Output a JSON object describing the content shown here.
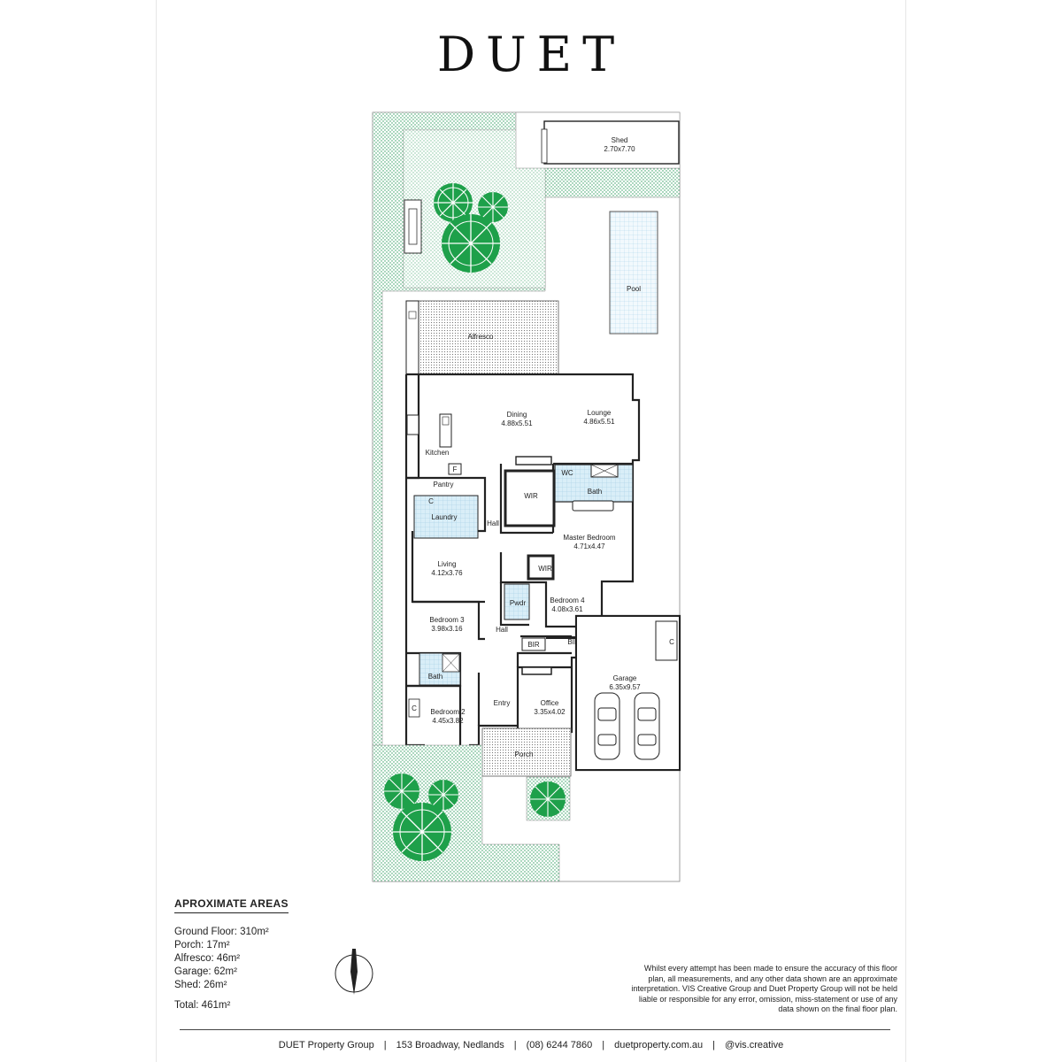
{
  "brand": "DUET",
  "rooms": {
    "shed": {
      "name": "Shed",
      "size": "2.70x7.70"
    },
    "pool": {
      "name": "Pool"
    },
    "alfresco": {
      "name": "Alfresco"
    },
    "dining": {
      "name": "Dining",
      "size": "4.88x5.51"
    },
    "lounge": {
      "name": "Lounge",
      "size": "4.86x5.51"
    },
    "kitchen": {
      "name": "Kitchen"
    },
    "fridge": {
      "name": "F"
    },
    "wc": {
      "name": "WC"
    },
    "bath_master": {
      "name": "Bath"
    },
    "pantry": {
      "name": "Pantry"
    },
    "wir_master": {
      "name": "WIR"
    },
    "laundry_c": {
      "name": "C"
    },
    "laundry": {
      "name": "Laundry"
    },
    "hall_upper": {
      "name": "Hall"
    },
    "master_bedroom": {
      "name": "Master Bedroom",
      "size": "4.71x4.47"
    },
    "living": {
      "name": "Living",
      "size": "4.12x3.76"
    },
    "wir_bed4": {
      "name": "WIR"
    },
    "pwdr": {
      "name": "Pwdr"
    },
    "bedroom4": {
      "name": "Bedroom 4",
      "size": "4.08x3.61"
    },
    "bedroom3": {
      "name": "Bedroom 3",
      "size": "3.98x3.16"
    },
    "hall_lower": {
      "name": "Hall"
    },
    "bir1": {
      "name": "BIR"
    },
    "bir2": {
      "name": "BIR"
    },
    "bath2": {
      "name": "Bath"
    },
    "garage_c": {
      "name": "C"
    },
    "garage": {
      "name": "Garage",
      "size": "6.35x9.57"
    },
    "bedroom2_c": {
      "name": "C"
    },
    "bedroom2": {
      "name": "Bedroom 2",
      "size": "4.45x3.82"
    },
    "entry": {
      "name": "Entry"
    },
    "office": {
      "name": "Office",
      "size": "3.35x4.02"
    },
    "porch": {
      "name": "Porch"
    }
  },
  "areas": {
    "heading": "APROXIMATE AREAS",
    "ground_floor": "Ground Floor: 310m²",
    "porch": "Porch: 17m²",
    "alfresco": "Alfresco: 46m²",
    "garage": "Garage: 62m²",
    "shed": "Shed: 26m²",
    "total": "Total: 461m²"
  },
  "disclaimer": "Whilst every attempt has been made to ensure the accuracy of this floor plan, all measurements, and any other data shown are an approximate interpretation. VIS Creative Group and Duet Property Group will not be held liable or responsible for any error, omission, miss-statement or use of any data shown on the final floor plan.",
  "footer": {
    "company": "DUET Property Group",
    "address": "153 Broadway, Nedlands",
    "phone": "(08) 6244 7860",
    "website": "duetproperty.com.au",
    "social": "@vis.creative"
  },
  "colors": {
    "landscape": "#2e9c5e",
    "tree": "#1ea04a",
    "wet_area": "#cfe7f5",
    "outdoor_tile": "#8a8a8a",
    "wall": "#222222"
  }
}
